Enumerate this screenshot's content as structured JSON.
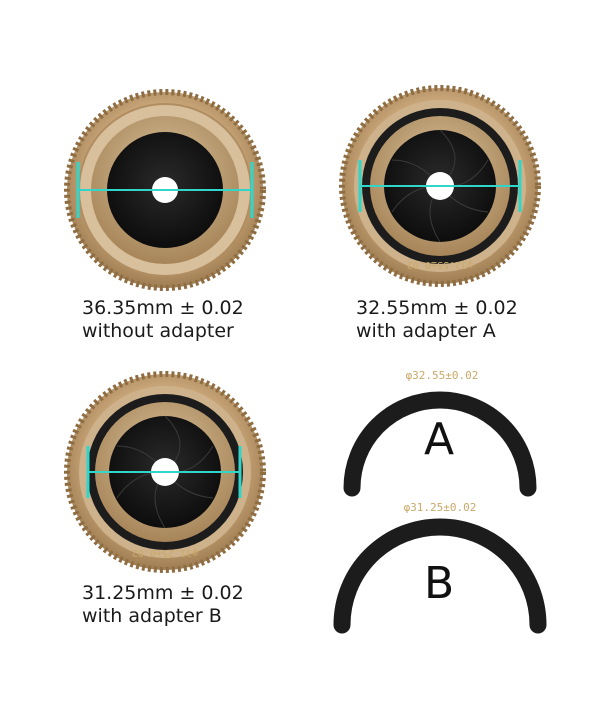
{
  "panels": {
    "no_adapter": {
      "measurement": "36.35mm ± 0.02",
      "label": "without adapter"
    },
    "adapter_a": {
      "measurement": "32.55mm ± 0.02",
      "label": "with adapter A"
    },
    "adapter_b": {
      "measurement": "31.25mm ± 0.02",
      "label": "with adapter B"
    }
  },
  "adapters": {
    "a": {
      "letter": "A",
      "engraving": "φ32.55±0.02"
    },
    "b": {
      "letter": "B",
      "engraving": "φ31.25±0.02"
    }
  },
  "colors": {
    "brass": "#c7a578",
    "brass_dark": "#9c7a4f",
    "ring_black": "#1c1c1c",
    "measure_line": "#2fd6c9",
    "engraving": "#c9a96a"
  }
}
